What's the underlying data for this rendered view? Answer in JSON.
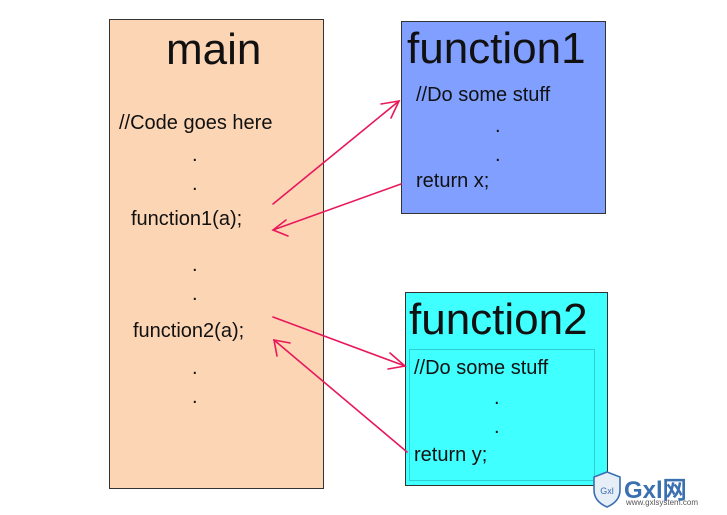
{
  "main": {
    "title": "main",
    "code_comment": "//Code goes here",
    "call1": "function1(a);",
    "call2": "function2(a);",
    "dot": ".",
    "fill": "#fcd5b5"
  },
  "function1": {
    "title": "function1",
    "comment": "//Do some stuff",
    "ret": "return x;",
    "dot": ".",
    "fill": "#809fff"
  },
  "function2": {
    "title": "function2",
    "comment": "//Do some stuff",
    "ret": "return y;",
    "dot": ".",
    "fill": "#40ffff"
  },
  "arrow_color": "#e8185a",
  "watermark": {
    "brand": "Gxl网",
    "site": "www.gxlsystem.com"
  }
}
